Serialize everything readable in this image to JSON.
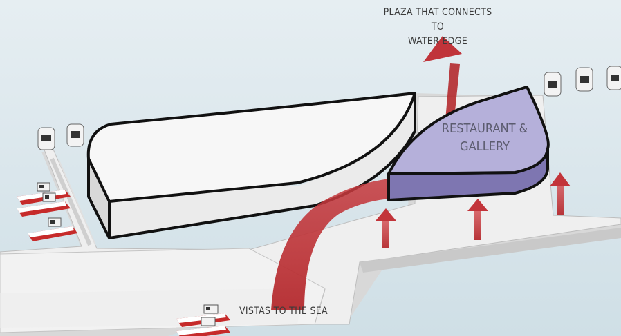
{
  "labels": {
    "plaza_line1": "PLAZA THAT CONNECTS TO",
    "plaza_line2": "WATER EDGE",
    "building_line1": "RESTAURANT &",
    "building_line2": "GALLERY",
    "vistas": "VISTAS TO THE SEA"
  },
  "colors": {
    "water": "#dfe9ee",
    "pier": "#f1f1f1",
    "arrow": "#b52a2e",
    "gallery_top": "#b2aed8",
    "gallery_side": "#7f78b4",
    "white_building_top": "#f5f5f5"
  }
}
